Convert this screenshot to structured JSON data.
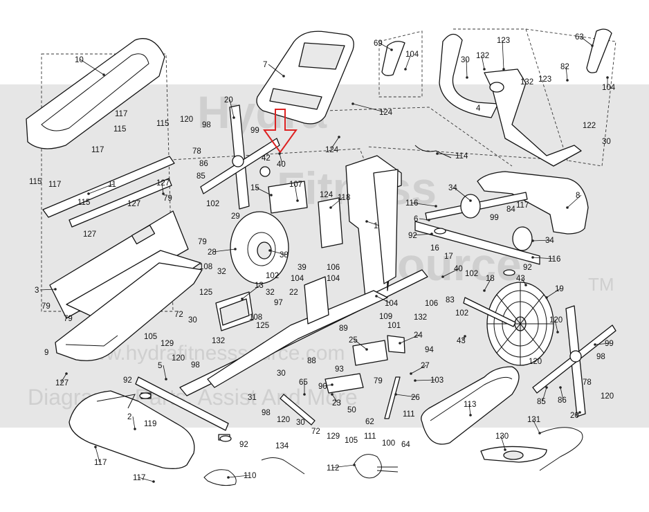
{
  "watermark": {
    "brand_line1": "Hydra",
    "brand_line2": "Fitness",
    "brand_line3": "Source",
    "trademark": "TM",
    "url": "www.hydrafitnesssource.com",
    "tagline": "Diagrams, Parts, Assist And More"
  },
  "highlight": {
    "target_part": "40",
    "color": "#dd2222"
  },
  "callouts": [
    {
      "id": "c10",
      "text": "10"
    },
    {
      "id": "c7",
      "text": "7"
    },
    {
      "id": "c69",
      "text": "69"
    },
    {
      "id": "c104a",
      "text": "104"
    },
    {
      "id": "c123a",
      "text": "123"
    },
    {
      "id": "c30a",
      "text": "30"
    },
    {
      "id": "c132a",
      "text": "132"
    },
    {
      "id": "c63",
      "text": "63"
    },
    {
      "id": "c104b",
      "text": "104"
    },
    {
      "id": "c82",
      "text": "82"
    },
    {
      "id": "c132b",
      "text": "132"
    },
    {
      "id": "c123b",
      "text": "123"
    },
    {
      "id": "c4",
      "text": "4"
    },
    {
      "id": "c122",
      "text": "122"
    },
    {
      "id": "c30b",
      "text": "30"
    },
    {
      "id": "c20a",
      "text": "20"
    },
    {
      "id": "c124a",
      "text": "124"
    },
    {
      "id": "c124b",
      "text": "124"
    },
    {
      "id": "c120a",
      "text": "120"
    },
    {
      "id": "c98a",
      "text": "98"
    },
    {
      "id": "c99a",
      "text": "99"
    },
    {
      "id": "c78a",
      "text": "78"
    },
    {
      "id": "c42",
      "text": "42"
    },
    {
      "id": "c40a",
      "text": "40"
    },
    {
      "id": "c86a",
      "text": "86"
    },
    {
      "id": "c85a",
      "text": "85"
    },
    {
      "id": "c117a",
      "text": "117"
    },
    {
      "id": "c115a",
      "text": "115"
    },
    {
      "id": "c115b",
      "text": "115"
    },
    {
      "id": "c117b",
      "text": "117"
    },
    {
      "id": "c117c",
      "text": "117"
    },
    {
      "id": "c114",
      "text": "114"
    },
    {
      "id": "c115c",
      "text": "115"
    },
    {
      "id": "c11",
      "text": "11"
    },
    {
      "id": "c127a",
      "text": "127"
    },
    {
      "id": "c127b",
      "text": "127"
    },
    {
      "id": "c79a",
      "text": "79"
    },
    {
      "id": "c115d",
      "text": "115"
    },
    {
      "id": "c107",
      "text": "107"
    },
    {
      "id": "c15",
      "text": "15"
    },
    {
      "id": "c124c",
      "text": "124"
    },
    {
      "id": "c118",
      "text": "118"
    },
    {
      "id": "c34a",
      "text": "34"
    },
    {
      "id": "c8",
      "text": "8"
    },
    {
      "id": "c116a",
      "text": "116"
    },
    {
      "id": "c117d",
      "text": "117"
    },
    {
      "id": "c84",
      "text": "84"
    },
    {
      "id": "c102a",
      "text": "102"
    },
    {
      "id": "c29",
      "text": "29"
    },
    {
      "id": "c6",
      "text": "6"
    },
    {
      "id": "c99b",
      "text": "99"
    },
    {
      "id": "c127c",
      "text": "127"
    },
    {
      "id": "c1",
      "text": "1"
    },
    {
      "id": "c92a",
      "text": "92"
    },
    {
      "id": "c34b",
      "text": "34"
    },
    {
      "id": "c79b",
      "text": "79"
    },
    {
      "id": "c28",
      "text": "28"
    },
    {
      "id": "c38",
      "text": "38"
    },
    {
      "id": "c16",
      "text": "16"
    },
    {
      "id": "c17",
      "text": "17"
    },
    {
      "id": "c116b",
      "text": "116"
    },
    {
      "id": "c108a",
      "text": "108"
    },
    {
      "id": "c39",
      "text": "39"
    },
    {
      "id": "c106a",
      "text": "106"
    },
    {
      "id": "c32a",
      "text": "32"
    },
    {
      "id": "c102b",
      "text": "102"
    },
    {
      "id": "c104c",
      "text": "104"
    },
    {
      "id": "c104d",
      "text": "104"
    },
    {
      "id": "c40b",
      "text": "40"
    },
    {
      "id": "c92b",
      "text": "92"
    },
    {
      "id": "c3",
      "text": "3"
    },
    {
      "id": "c125a",
      "text": "125"
    },
    {
      "id": "c13",
      "text": "13"
    },
    {
      "id": "c22",
      "text": "22"
    },
    {
      "id": "c102c",
      "text": "102"
    },
    {
      "id": "c43a",
      "text": "43"
    },
    {
      "id": "c18",
      "text": "18"
    },
    {
      "id": "c19",
      "text": "19"
    },
    {
      "id": "c79c",
      "text": "79"
    },
    {
      "id": "c32b",
      "text": "32"
    },
    {
      "id": "c97",
      "text": "97"
    },
    {
      "id": "c104e",
      "text": "104"
    },
    {
      "id": "c106b",
      "text": "106"
    },
    {
      "id": "c83",
      "text": "83"
    },
    {
      "id": "c79d",
      "text": "79"
    },
    {
      "id": "c108b",
      "text": "108"
    },
    {
      "id": "c125b",
      "text": "125"
    },
    {
      "id": "c132c",
      "text": "132"
    },
    {
      "id": "c102d",
      "text": "102"
    },
    {
      "id": "c109",
      "text": "109"
    },
    {
      "id": "c101",
      "text": "101"
    },
    {
      "id": "c120b",
      "text": "120"
    },
    {
      "id": "c72a",
      "text": "72"
    },
    {
      "id": "c30c",
      "text": "30"
    },
    {
      "id": "c89",
      "text": "89"
    },
    {
      "id": "c24",
      "text": "24"
    },
    {
      "id": "c105a",
      "text": "105"
    },
    {
      "id": "c129a",
      "text": "129"
    },
    {
      "id": "c132d",
      "text": "132"
    },
    {
      "id": "c25",
      "text": "25"
    },
    {
      "id": "c43b",
      "text": "43"
    },
    {
      "id": "c99c",
      "text": "99"
    },
    {
      "id": "c9",
      "text": "9"
    },
    {
      "id": "c120c",
      "text": "120"
    },
    {
      "id": "c98b",
      "text": "98"
    },
    {
      "id": "c94",
      "text": "94"
    },
    {
      "id": "c88",
      "text": "88"
    },
    {
      "id": "c27",
      "text": "27"
    },
    {
      "id": "c120d",
      "text": "120"
    },
    {
      "id": "c98c",
      "text": "98"
    },
    {
      "id": "c127d",
      "text": "127"
    },
    {
      "id": "c5",
      "text": "5"
    },
    {
      "id": "c93",
      "text": "93"
    },
    {
      "id": "c30d",
      "text": "30"
    },
    {
      "id": "c103",
      "text": "103"
    },
    {
      "id": "c92c",
      "text": "92"
    },
    {
      "id": "c90",
      "text": "90"
    },
    {
      "id": "c65",
      "text": "65"
    },
    {
      "id": "c79e",
      "text": "79"
    },
    {
      "id": "c26",
      "text": "26"
    },
    {
      "id": "c78b",
      "text": "78"
    },
    {
      "id": "c31",
      "text": "31"
    },
    {
      "id": "c23",
      "text": "23"
    },
    {
      "id": "c85b",
      "text": "85"
    },
    {
      "id": "c86b",
      "text": "86"
    },
    {
      "id": "c120e",
      "text": "120"
    },
    {
      "id": "c113",
      "text": "113"
    },
    {
      "id": "c98d",
      "text": "98"
    },
    {
      "id": "c120f",
      "text": "120"
    },
    {
      "id": "c50",
      "text": "50"
    },
    {
      "id": "c111a",
      "text": "111"
    },
    {
      "id": "c2",
      "text": "2"
    },
    {
      "id": "c119",
      "text": "119"
    },
    {
      "id": "c30e",
      "text": "30"
    },
    {
      "id": "c72b",
      "text": "72"
    },
    {
      "id": "c62",
      "text": "62"
    },
    {
      "id": "c20b",
      "text": "20"
    },
    {
      "id": "c129b",
      "text": "129"
    },
    {
      "id": "c105b",
      "text": "105"
    },
    {
      "id": "c111b",
      "text": "111"
    },
    {
      "id": "c100",
      "text": "100"
    },
    {
      "id": "c64",
      "text": "64"
    },
    {
      "id": "c131",
      "text": "131"
    },
    {
      "id": "c92d",
      "text": "92"
    },
    {
      "id": "c134",
      "text": "134"
    },
    {
      "id": "c130",
      "text": "130"
    },
    {
      "id": "c117e",
      "text": "117"
    },
    {
      "id": "c112",
      "text": "112"
    },
    {
      "id": "c110",
      "text": "110"
    },
    {
      "id": "c117f",
      "text": "117"
    }
  ]
}
